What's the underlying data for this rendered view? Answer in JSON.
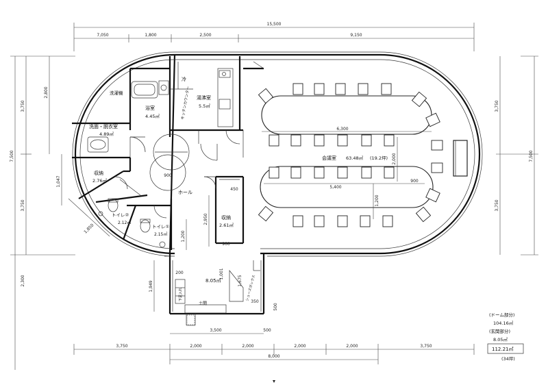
{
  "dimensions_top": {
    "overall": "15,500",
    "seg1": "7,050",
    "seg2": "1,800",
    "seg3": "2,500",
    "seg4": "9,150"
  },
  "dimensions_left": {
    "overall": "7,500",
    "upper": "3,750",
    "lower": "3,750",
    "inner_a": "2,800",
    "inner_b": "1,047",
    "inner_c": "1,850",
    "entrance": "2,300",
    "a": "1,949"
  },
  "dimensions_right": {
    "upper": "3,750",
    "overall": "7,500",
    "lower": "3,750"
  },
  "dimensions_bottom": {
    "left": "3,750",
    "s1": "2,000",
    "s2": "2,000",
    "s3": "2,000",
    "s4": "2,000",
    "right": "3,750",
    "mid": "8,000",
    "entrance_w": "3,500",
    "entrance_side": "500"
  },
  "dimensions_inner": {
    "table_top": "6,300",
    "table_mid": "5,400",
    "table_h": "2,000",
    "table_900": "900",
    "table_1200": "1,200",
    "hall_2950": "2,950",
    "hall_1200": "1,200",
    "st_450": "450",
    "st_900": "900",
    "ent_1675": "1,675",
    "ent_1001": "1,001",
    "ent_350": "350",
    "ent_500": "500",
    "ent_200": "200",
    "hall_900": "900"
  },
  "rooms": {
    "meeting": {
      "name": "会議室",
      "area": "63.48㎡",
      "tsubo": "(19.2坪)"
    },
    "kitchen": {
      "name": "湯沸室",
      "area": "5.5㎡"
    },
    "fridge": "冷",
    "counter": "キッチンカウンター",
    "bath": {
      "name": "浴室",
      "area": "4.45㎡"
    },
    "laundry": "洗濯機",
    "washroom": {
      "name": "洗面・脱衣室",
      "area": "4.89㎡"
    },
    "storage1": {
      "name": "収納",
      "area": "2.76㎡"
    },
    "storage2": {
      "name": "収納",
      "area": "2.61㎡"
    },
    "hall": "ホール",
    "toilet2": {
      "name": "トイレ②",
      "area": "2.12㎡"
    },
    "toilet1": {
      "name": "トイレ①",
      "area": "2.15㎡"
    },
    "entrance": {
      "area": "8.05㎡",
      "label": "土間",
      "shoe": "下足入れ",
      "shelf": "シューズボックス"
    },
    "round1": "900",
    "round2": "900"
  },
  "summary": {
    "dome_label": "(ドーム部分)",
    "dome_area": "104.16㎡",
    "entry_label": "(玄関部分)",
    "entry_area": "8.05㎡",
    "total": "112.21㎡",
    "total_tsubo": "(34坪)"
  }
}
